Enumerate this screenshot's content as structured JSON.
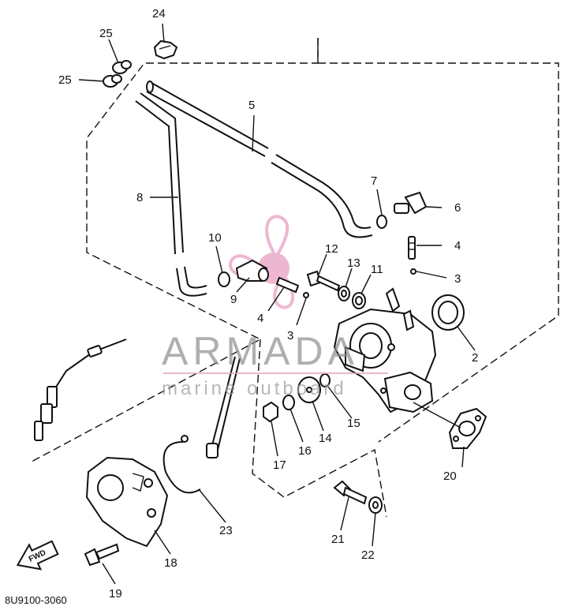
{
  "drawing_code": "8U9100-3060",
  "watermark": {
    "brand": "ARMADA",
    "tagline": "marine outboard"
  },
  "fwd_label": "FWD",
  "callouts": [
    "24",
    "25",
    "25",
    "5",
    "8",
    "7",
    "6",
    "10",
    "12",
    "13",
    "11",
    "4",
    "3",
    "9",
    "4",
    "3",
    "2",
    "15",
    "14",
    "16",
    "17",
    "20",
    "23",
    "18",
    "21",
    "22",
    "19"
  ],
  "colors": {
    "ink": "#111111",
    "watermark_pink": "#e8a0c4",
    "watermark_gray": "#8e8e8e"
  }
}
